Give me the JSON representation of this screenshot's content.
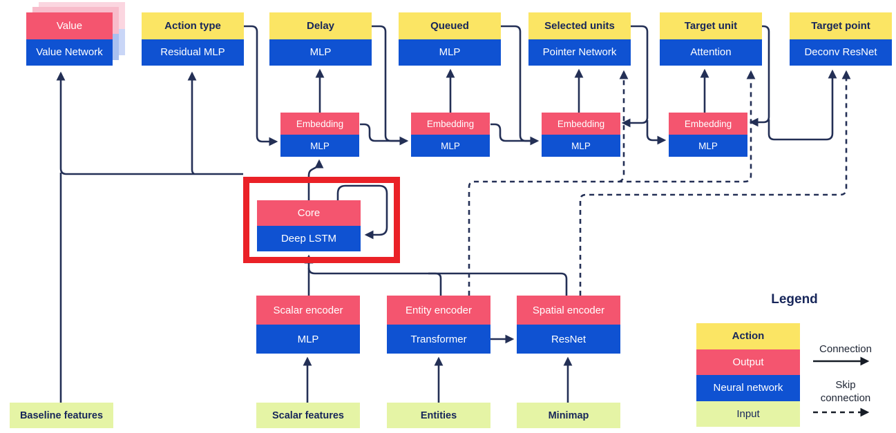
{
  "diagram": {
    "value_head": {
      "output": "Value",
      "network": "Value Network"
    },
    "action_heads": [
      {
        "action": "Action type",
        "network": "Residual MLP"
      },
      {
        "action": "Delay",
        "network": "MLP"
      },
      {
        "action": "Queued",
        "network": "MLP"
      },
      {
        "action": "Selected units",
        "network": "Pointer Network"
      },
      {
        "action": "Target unit",
        "network": "Attention"
      },
      {
        "action": "Target point",
        "network": "Deconv ResNet"
      }
    ],
    "embeddings": [
      {
        "output": "Embedding",
        "network": "MLP"
      },
      {
        "output": "Embedding",
        "network": "MLP"
      },
      {
        "output": "Embedding",
        "network": "MLP"
      },
      {
        "output": "Embedding",
        "network": "MLP"
      }
    ],
    "core": {
      "output": "Core",
      "network": "Deep LSTM"
    },
    "encoders": [
      {
        "output": "Scalar encoder",
        "network": "MLP"
      },
      {
        "output": "Entity encoder",
        "network": "Transformer"
      },
      {
        "output": "Spatial encoder",
        "network": "ResNet"
      }
    ],
    "inputs": [
      {
        "label": "Baseline features"
      },
      {
        "label": "Scalar features"
      },
      {
        "label": "Entities"
      },
      {
        "label": "Minimap"
      }
    ]
  },
  "legend": {
    "title": "Legend",
    "items": [
      {
        "label": "Action",
        "color": "#fbe564"
      },
      {
        "label": "Output",
        "color": "#f4556f"
      },
      {
        "label": "Neural network",
        "color": "#0f52d2"
      },
      {
        "label": "Input",
        "color": "#e5f4a5"
      }
    ],
    "connection_label": "Connection",
    "skip_connection_label": "Skip connection"
  },
  "colors": {
    "action_yellow": "#fbe564",
    "output_pink": "#f4556f",
    "network_blue": "#0f52d2",
    "input_green": "#e5f4a5",
    "line_navy": "#232f55",
    "highlight_red": "#ea2127",
    "text_navy": "#17265a"
  }
}
